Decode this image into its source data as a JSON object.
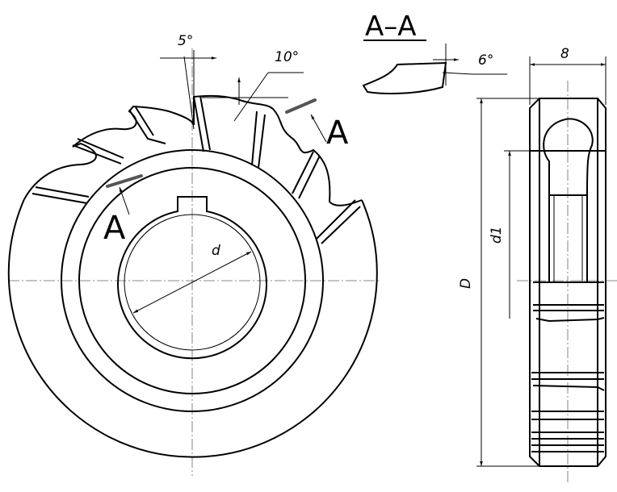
{
  "section": {
    "title": "A–A",
    "angle_label": "6°"
  },
  "front_view": {
    "angle_5": "5°",
    "angle_10": "10°",
    "cut_label_top": "A",
    "cut_label_left": "A",
    "bore_label": "d"
  },
  "side_view": {
    "width_label": "8",
    "outer_dia_label": "D",
    "inner_dia_label": "d1"
  }
}
